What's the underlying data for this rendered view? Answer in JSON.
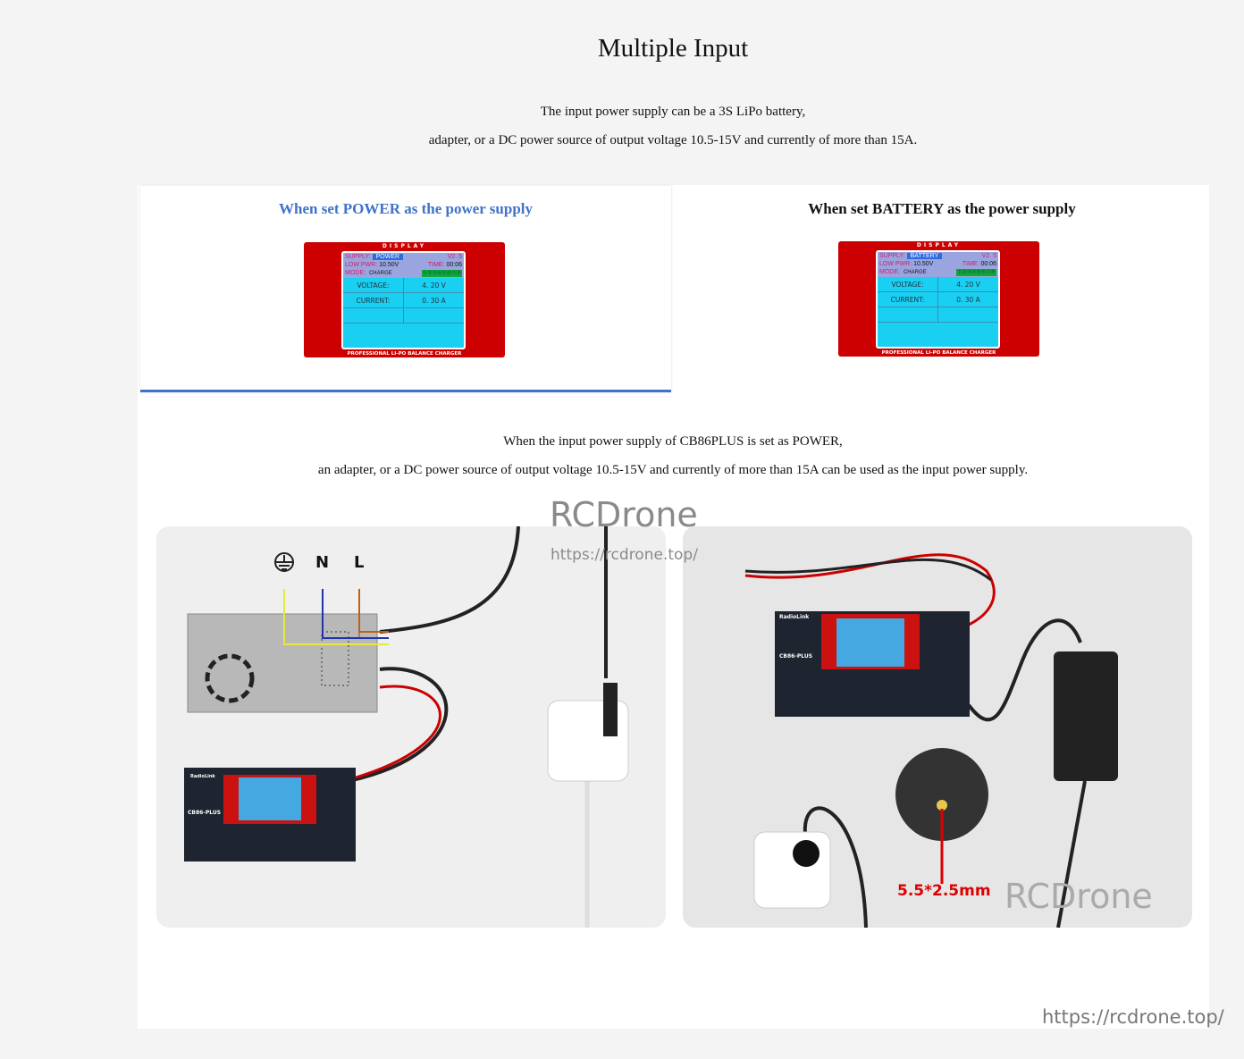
{
  "page": {
    "title": "Multiple Input",
    "intro": [
      "The input power supply can be a 3S LiPo battery,",
      "adapter, or a DC power source of output voltage 10.5-15V and currently of more than 15A."
    ]
  },
  "tabs": [
    {
      "label": "When set POWER as the power supply",
      "active": true,
      "display": {
        "header": "DISPLAY",
        "supply_label": "SUPPLY:",
        "supply_value": "POWER",
        "version": "V2. 5",
        "low_pwr_label": "LOW PWR:",
        "low_pwr_value": "10.50V",
        "time_label": "TIME:",
        "time_value": "00:06",
        "mode_label": "MODE:",
        "mode_value": "CHARGE",
        "cells": "①②③④⑤⑥⑦⑧",
        "voltage_label": "VOLTAGE:",
        "voltage_value": "4. 20  V",
        "current_label": "CURRENT:",
        "current_value": "0. 30  A",
        "footer": "PROFESSIONAL LI-PO BALANCE CHARGER"
      }
    },
    {
      "label": "When set BATTERY as the power supply",
      "active": false,
      "display": {
        "header": "DISPLAY",
        "supply_label": "SUPPLY:",
        "supply_value": "BATTERY",
        "version": "V2. 5",
        "low_pwr_label": "LOW PWR:",
        "low_pwr_value": "10.50V",
        "time_label": "TIME:",
        "time_value": "00:06",
        "mode_label": "MODE:",
        "mode_value": "CHARGE",
        "cells": "①②③④⑤⑥⑦⑧",
        "voltage_label": "VOLTAGE:",
        "voltage_value": "4. 20  V",
        "current_label": "CURRENT:",
        "current_value": "0. 30  A",
        "footer": "PROFESSIONAL LI-PO BALANCE CHARGER"
      }
    }
  ],
  "description": [
    "When the input power supply of CB86PLUS is set as POWER,",
    "an adapter, or a DC power source of output voltage 10.5-15V and currently of more than 15A can be used as the input power supply."
  ],
  "photo_left": {
    "labels": {
      "n": "N",
      "l": "L"
    },
    "icons": [
      "ground-icon"
    ],
    "device": "CB86-PLUS",
    "brand": "RadioLink"
  },
  "photo_right": {
    "device": "CB86-PLUS",
    "brand": "RadioLink",
    "connector_spec": "5.5*2.5mm"
  },
  "watermarks": {
    "brand": "RCDrone",
    "url": "https://rcdrone.top/"
  },
  "colors": {
    "accent": "#3e73c9",
    "display_red": "#cc0000",
    "screen": "#1ad0f2"
  }
}
